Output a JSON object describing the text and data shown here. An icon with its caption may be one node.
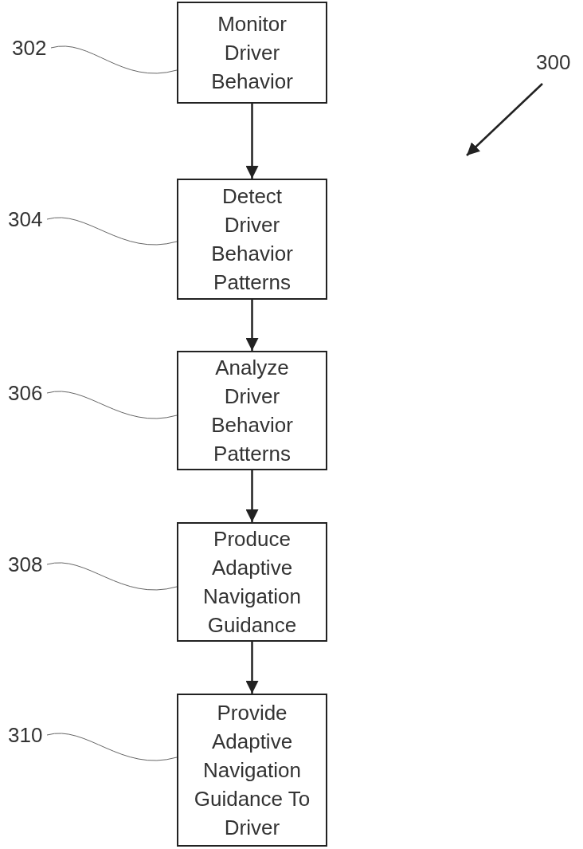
{
  "diagram": {
    "nodes": [
      {
        "text": [
          "Monitor Driver Behavior"
        ]
      },
      {
        "text": [
          "Detect Driver Behavior Patterns"
        ]
      },
      {
        "text": [
          "Analyze Driver Behavior Patterns"
        ]
      },
      {
        "text": [
          "Produce Adaptive Navigation Guidance"
        ]
      },
      {
        "text": [
          "Provide Adaptive Navigation Guidance To Driver"
        ]
      },
      {
        "text": [
          "302"
        ]
      },
      {
        "text": [
          "304"
        ]
      },
      {
        "text": [
          "306"
        ]
      },
      {
        "text": [
          "308"
        ]
      },
      {
        "text": [
          "310"
        ]
      },
      {
        "text": [
          "300"
        ]
      }
    ],
    "edges": [
      {
        "from": 0,
        "to": 1,
        "arrow": "to"
      },
      {
        "from": 1,
        "to": 2,
        "arrow": "to"
      },
      {
        "from": 2,
        "to": 3,
        "arrow": "to"
      },
      {
        "from": 3,
        "to": 4,
        "arrow": "to"
      },
      {
        "from": 5,
        "to": 0,
        "arrow": "none"
      },
      {
        "from": 6,
        "to": 1,
        "arrow": "none"
      },
      {
        "from": 7,
        "to": 2,
        "arrow": "none"
      },
      {
        "from": 8,
        "to": 3,
        "arrow": "none"
      },
      {
        "from": 9,
        "to": 4,
        "arrow": "none"
      },
      {
        "from": 10,
        "to": null,
        "arrow": "to"
      }
    ]
  }
}
